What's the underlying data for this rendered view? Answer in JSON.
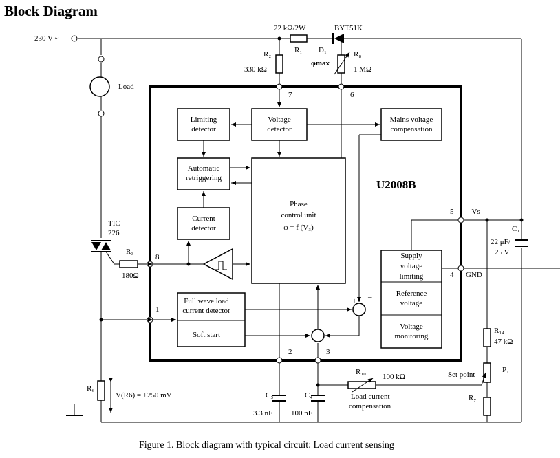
{
  "title": "Block Diagram",
  "caption": "Figure 1.  Block diagram with typical circuit: Load current sensing",
  "chip_name": "U2008B",
  "supply": "230 V ~",
  "load": "Load",
  "r1": {
    "name": "R₁",
    "value": "22 kΩ/2W"
  },
  "d1": {
    "name": "D₁",
    "part": "BYT51K"
  },
  "r2": {
    "name": "R₂",
    "value": "330 kΩ"
  },
  "r8": {
    "name": "R₈",
    "value": "1 MΩ",
    "label": "φmax"
  },
  "triac": {
    "line1": "TIC",
    "line2": "226"
  },
  "r3": {
    "name": "R₃",
    "value": "180Ω"
  },
  "r6": {
    "name": "R₆",
    "vlabel": "V(R6) = ±250 mV"
  },
  "c1": {
    "name": "C₁",
    "value1": "22 μF/",
    "value2": "25 V"
  },
  "c3": {
    "name": "C₃",
    "value": "3.3 nF"
  },
  "c4": {
    "name": "C₄",
    "value": "100 nF"
  },
  "r10": {
    "name": "R₁₀",
    "value": "100 kΩ",
    "label1": "Load current",
    "label2": "compensation"
  },
  "r14": {
    "name": "R₁₄",
    "value": "47 kΩ"
  },
  "p1": {
    "name": "P₁",
    "label": "Set point"
  },
  "r7": {
    "name": "R₇"
  },
  "pins": {
    "p1": "1",
    "p2": "2",
    "p3": "3",
    "p4": "4",
    "p5": "5",
    "p6": "6",
    "p7": "7",
    "p8": "8"
  },
  "pin_labels": {
    "vs": "–Vs",
    "gnd": "GND"
  },
  "blocks": {
    "limiting": [
      "Limiting",
      "detector"
    ],
    "voltage": [
      "Voltage",
      "detector"
    ],
    "mains": [
      "Mains voltage",
      "compensation"
    ],
    "auto": [
      "Automatic",
      "retriggering"
    ],
    "current": [
      "Current",
      "detector"
    ],
    "phase": [
      "Phase",
      "control unit",
      "φ = f (V₃)"
    ],
    "supply": [
      "Supply",
      "voltage",
      "limiting"
    ],
    "reference": [
      "Reference",
      "voltage"
    ],
    "monitoring": [
      "Voltage",
      "monitoring"
    ],
    "fullwave": [
      "Full wave load",
      "current detector"
    ],
    "softstart": [
      "Soft start"
    ]
  },
  "signs": {
    "plus": "+",
    "minus": "–"
  }
}
